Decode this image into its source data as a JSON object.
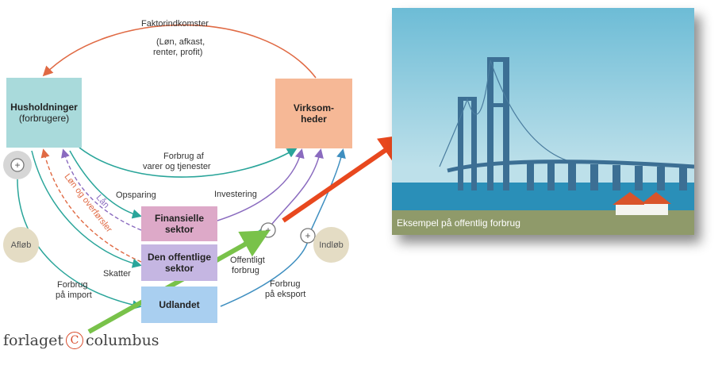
{
  "diagram": {
    "households_title": "Husholdninger",
    "households_sub": "(forbrugere)",
    "firms_line1": "Virksom-",
    "firms_line2": "heder",
    "financial_line1": "Finansielle",
    "financial_line2": "sektor",
    "public_line1": "Den offentlige",
    "public_line2": "sektor",
    "foreign": "Udlandet",
    "factor_income_title": "Faktorindkomster",
    "factor_income_detail1": "(Løn, afkast,",
    "factor_income_detail2": "renter, profit)",
    "consumption1": "Forbrug af",
    "consumption2": "varer og tjenester",
    "savings": "Opsparing",
    "investment": "Investering",
    "loans": "Lån",
    "wages_transfers": "Løn og overførsler",
    "taxes": "Skatter",
    "public_consumption1": "Offentligt",
    "public_consumption2": "forbrug",
    "import1": "Forbrug",
    "import2": "på import",
    "export1": "Forbrug",
    "export2": "på eksport",
    "outflow": "Afløb",
    "inflow": "Indløb",
    "colors": {
      "teal": "#2aa59a",
      "orange": "#e06a44",
      "purple": "#8a6bbf",
      "blue": "#3f8fc0",
      "green": "#79c24a",
      "red_arrow": "#e8481e"
    }
  },
  "photo": {
    "caption": "Eksempel på offentlig forbrug"
  },
  "logo": {
    "text_left": "forlaget",
    "symbol": "C",
    "text_right": "columbus"
  }
}
